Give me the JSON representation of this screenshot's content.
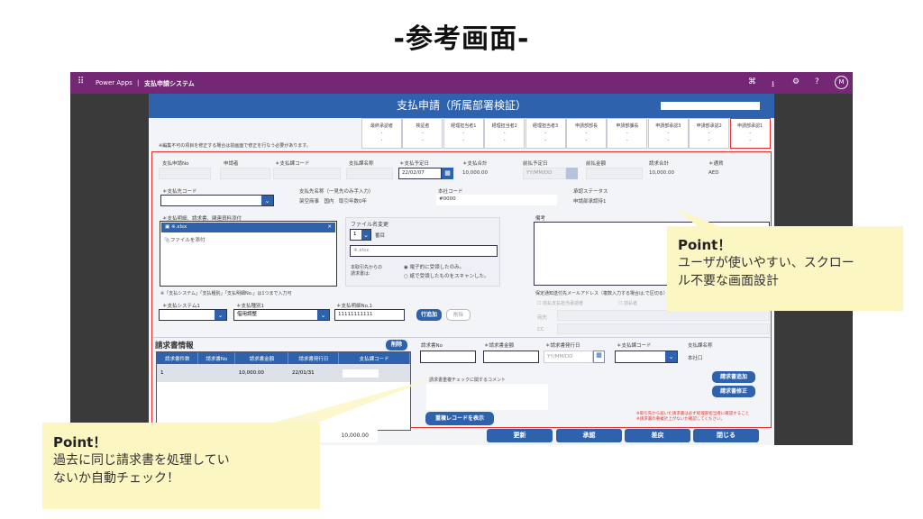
{
  "slide_title": "-参考画面-",
  "topbar": {
    "app_name": "Power Apps",
    "separator": "|",
    "system_name": "支払申請システム",
    "avatar": "M",
    "icons": [
      "waffle-icon",
      "fullscreen-icon",
      "download-icon",
      "settings-icon",
      "help-icon"
    ],
    "color": "#742774"
  },
  "app": {
    "title": "支払申請（所属部署検証）",
    "notice": "※編集不可の項目を修正する場合は前画面で修正を行なう必要があります。",
    "approvals": [
      "最終承認者",
      "検証者",
      "経理担当者1",
      "経理担当者2",
      "経理担当者3",
      "申請部部長",
      "申請部課長",
      "申請部承認3",
      "申請部承認2",
      "申請部承認1"
    ],
    "row1": {
      "labels": [
        "支払申請No",
        "申請者",
        "＊支払課コード",
        "支払課名称",
        "＊支払予定日",
        "＊支払合計",
        "前払予定日",
        "前払金額",
        "請求合計",
        "＊通貨"
      ],
      "payment_date": "22/02/07",
      "total": "10,000.00",
      "prepay_date_placeholder": "YY/MM/DD",
      "invoice_total": "10,000.00",
      "currency": "AED"
    },
    "row2": {
      "vendor_code_label": "＊支払先コード",
      "vendor_name_label": "支払先名称（一見先のみ手入力）",
      "vendor_name": "架空商事　国内　取引年数0年",
      "hq_code_label": "本社コード",
      "hq_code": "#0000",
      "status_label": "承認ステータス",
      "status": "申請部承認待1"
    },
    "attach": {
      "label": "＊支払明細、請求書、関連資料添付",
      "file": "※.xlsx",
      "add_file": "ファイルを添付"
    },
    "rename": {
      "label": "ファイル名変更",
      "index": "1",
      "index_suffix": "番目",
      "filename": "※.xlsx",
      "radio_label": "本取引先からの請求書は:",
      "options": [
        "電子的に受領したのみ。",
        "紙で受領したものをスキャンした。"
      ],
      "selected": 0
    },
    "remarks_label": "備考",
    "system_note": "※「支払システム」「支払種別」「支払明細No.」は1つまで入力可",
    "row4": {
      "labels": [
        "＊支払システム1",
        "＊支払種別1",
        "＊支払明細No.1"
      ],
      "type_value": "借用調整",
      "detail_no": "11111111111",
      "add_row": "行追加",
      "delete": "削除"
    },
    "mail": {
      "label": "保定通知送付先メールアドレス（複数入力する場合は;で区切る）",
      "checks": [
        "前払支払担当承認者",
        "前払者"
      ],
      "to_label": "宛先",
      "cc_label": "CC"
    },
    "invoice": {
      "section_title": "請求書情報",
      "delete": "削除",
      "columns": [
        "請求書件数",
        "請求書No",
        "請求書金額",
        "請求書発行日",
        "支払課コード"
      ],
      "rows": [
        [
          "1",
          "",
          "10,000.00",
          "22/01/31",
          ""
        ]
      ],
      "form_labels": [
        "請求書No",
        "＊請求書金額",
        "＊請求書発行日",
        "＊支払課コード",
        "支払課名称"
      ],
      "date_placeholder": "YY/MM/DD",
      "dept_name": "本社口",
      "add_invoice": "請求書追加",
      "edit_invoice": "請求書修正",
      "comment_label": "請求書重複チェックに関するコメント",
      "show_duplicates": "重複レコードを表示",
      "warning": [
        "※取引先から届いた請求書は必ず経理部担当者に確認すること",
        "※請求書の重複計上がないか確認してください。"
      ],
      "total": "10,000.00"
    },
    "footer_buttons": [
      "更新",
      "承認",
      "差戻",
      "閉じる"
    ],
    "colors": {
      "header": "#2e62ad",
      "highlight": "#e03030"
    }
  },
  "callouts": [
    {
      "title": "Point！",
      "lines": [
        "ユーザが使いやすい、スクロー",
        "ル不要な画面設計"
      ]
    },
    {
      "title": "Point！",
      "lines": [
        "過去に同じ請求書を処理してい",
        "ないか自動チェック！"
      ]
    }
  ]
}
